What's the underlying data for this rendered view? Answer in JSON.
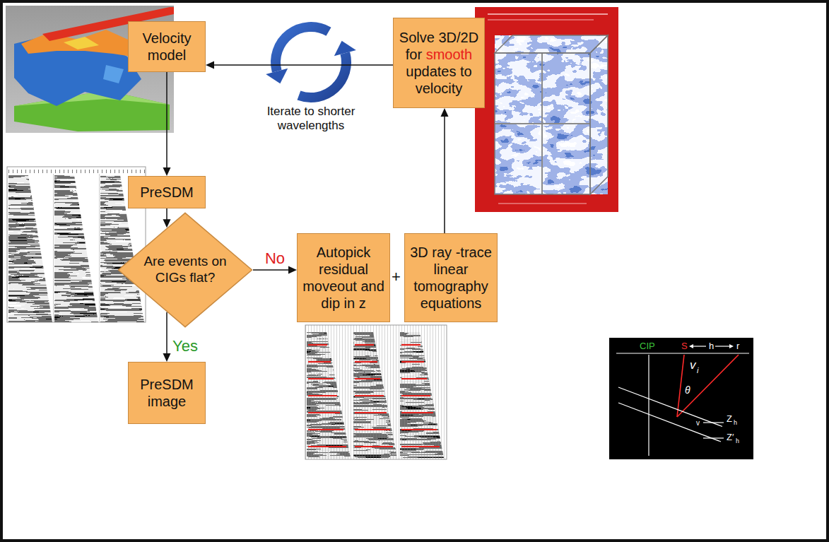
{
  "diagram": {
    "nodes": [
      {
        "text": [
          "Velocity model"
        ]
      },
      {
        "text": [
          "PreSDM"
        ]
      },
      {
        "text": [
          "Are events on CIGs flat?"
        ]
      },
      {
        "text": [
          "PreSDM image"
        ]
      },
      {
        "text": [
          "Autopick residual moveout and dip in z"
        ]
      },
      {
        "text": [
          "3D ray -trace linear tomography equations"
        ]
      },
      {
        "text": [
          "Solve 3D/2D for smooth updates to velocity"
        ]
      }
    ],
    "edges": [
      {
        "from": 0,
        "to": 1,
        "arrow": "to"
      },
      {
        "from": 1,
        "to": 2,
        "arrow": "to"
      },
      {
        "from": 2,
        "to": 3,
        "label": "Yes",
        "arrow": "to"
      },
      {
        "from": 2,
        "to": 4,
        "label": "No",
        "arrow": "to"
      },
      {
        "from": 5,
        "to": 6,
        "arrow": "to"
      },
      {
        "from": 6,
        "to": 0,
        "arrow": "to"
      }
    ],
    "labels": [
      "Iterate to shorter wavelengths",
      "+",
      "CIP",
      "S",
      "h",
      "r",
      "v",
      "i",
      "θ",
      "Z",
      "h",
      "Z′",
      "h",
      "v"
    ]
  }
}
